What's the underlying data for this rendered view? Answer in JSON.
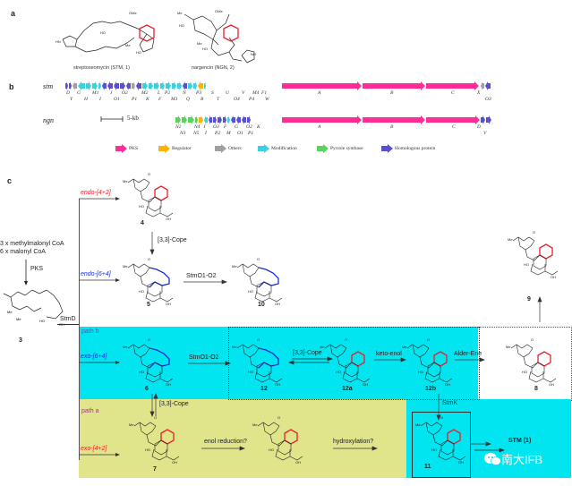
{
  "panels": {
    "a": "a",
    "b": "b",
    "c": "c"
  },
  "panel_a": {
    "compounds": [
      {
        "name": "streptoseomycin",
        "caption": "streptoseomycin (STM, 1)"
      },
      {
        "name": "nargencin",
        "caption": "nargencin (NGN, 2)"
      }
    ]
  },
  "panel_b": {
    "rows": [
      {
        "label": "stm"
      },
      {
        "label": "ngn"
      }
    ],
    "scale_bar": "5-kb",
    "stm_genes_top": [
      "D",
      "G",
      "M1",
      "J",
      "O2",
      "M2",
      "L",
      "P2",
      "N",
      "P3",
      "S",
      "U",
      "V",
      "M4",
      "F1",
      "A",
      "B",
      "C",
      "X"
    ],
    "stm_genes_bottom": [
      "Y",
      "H",
      "I",
      "O1",
      "P1",
      "K",
      "F",
      "M3",
      "Q",
      "R",
      "T",
      "O4",
      "P4",
      "W",
      "O3"
    ],
    "ngn_genes_top": [
      "N2",
      "N4",
      "J",
      "O3",
      "F",
      "G",
      "O2",
      "K",
      "A",
      "B",
      "C",
      "D"
    ],
    "ngn_genes_bottom": [
      "N3",
      "N5",
      "I",
      "P2",
      "M",
      "O1",
      "P1",
      "V"
    ],
    "legend": [
      {
        "label": "PKS",
        "color": "#ff2d95"
      },
      {
        "label": "Regulator",
        "color": "#ffb300"
      },
      {
        "label": "Others",
        "color": "#a0a0a0"
      },
      {
        "label": "Modification",
        "color": "#3ccfe0"
      },
      {
        "label": "Pyrrole synthase",
        "color": "#5ad35a"
      },
      {
        "label": "Homologous protein",
        "color": "#5a4fd0"
      }
    ],
    "colors": {
      "pks": "#ff2d95",
      "regulator": "#ffb300",
      "others": "#a0a0a0",
      "modification": "#3ccfe0",
      "pyrrole": "#5ad35a",
      "homolog": "#5a4fd0"
    }
  },
  "panel_c": {
    "precursor_line1": "3 x methylmalonyl CoA",
    "precursor_line2": "6 x malonyl CoA",
    "pks_label": "PKS",
    "stmd_label": "StmD",
    "path_b": "path b",
    "path_a": "path a",
    "reactions": {
      "endo42": "endo-[4+2]",
      "endo64": "endo-[6+4]",
      "exo64": "exo-[6+4]",
      "exo42": "exo-[4+2]",
      "cope1": "[3,3]-Cope",
      "stmo1o2_a": "StmO1-O2",
      "stmo1o2_b": "StmO1-O2",
      "cope2": "[3,3]-Cope",
      "cope3": "[3,3]-Cope",
      "keto_enol": "keto-enol",
      "alder_ene": "Alder-Ene",
      "enol_red": "enol reduction?",
      "hydroxylation": "hydroxylation?",
      "stmk": "StmK",
      "stm_final": "STM (1)"
    },
    "compounds": [
      "3",
      "4",
      "5",
      "10",
      "9",
      "6",
      "12",
      "12a",
      "12b",
      "8",
      "7",
      "11"
    ],
    "colors": {
      "cyan_bg": "#00e5f0",
      "olive_bg": "#e0e48a",
      "red": "#e8202a",
      "blue": "#1a2ed8",
      "path_label": "#c020c0"
    }
  },
  "watermark": "南大IFB"
}
